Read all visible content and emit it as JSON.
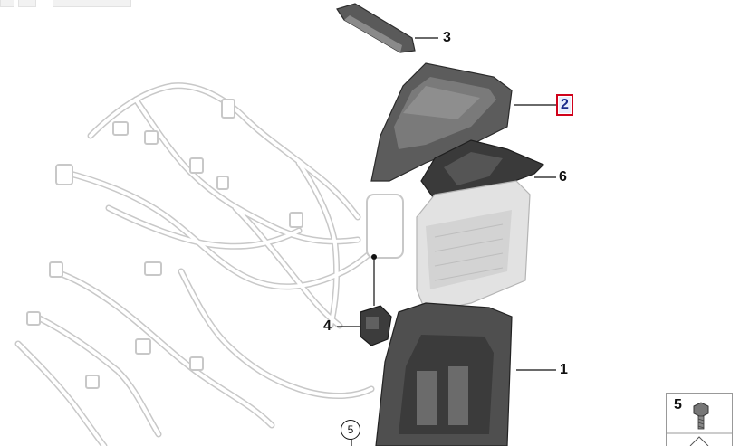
{
  "diagram": {
    "callouts": [
      {
        "id": "1",
        "label": "1"
      },
      {
        "id": "2",
        "label": "2",
        "selected": true
      },
      {
        "id": "3",
        "label": "3"
      },
      {
        "id": "4",
        "label": "4"
      },
      {
        "id": "5",
        "label": "5"
      },
      {
        "id": "6",
        "label": "6"
      }
    ],
    "circled_label": "5",
    "tile_label": "5"
  },
  "colors": {
    "background": "#ffffff",
    "harness_outline": "#c8c8c8",
    "part_dark": "#4a4a4a",
    "part_mid": "#6e6e6e",
    "ecu_light": "#dcdcdc",
    "selection_border": "#d0021b",
    "selection_fill": "#e8eefc"
  }
}
